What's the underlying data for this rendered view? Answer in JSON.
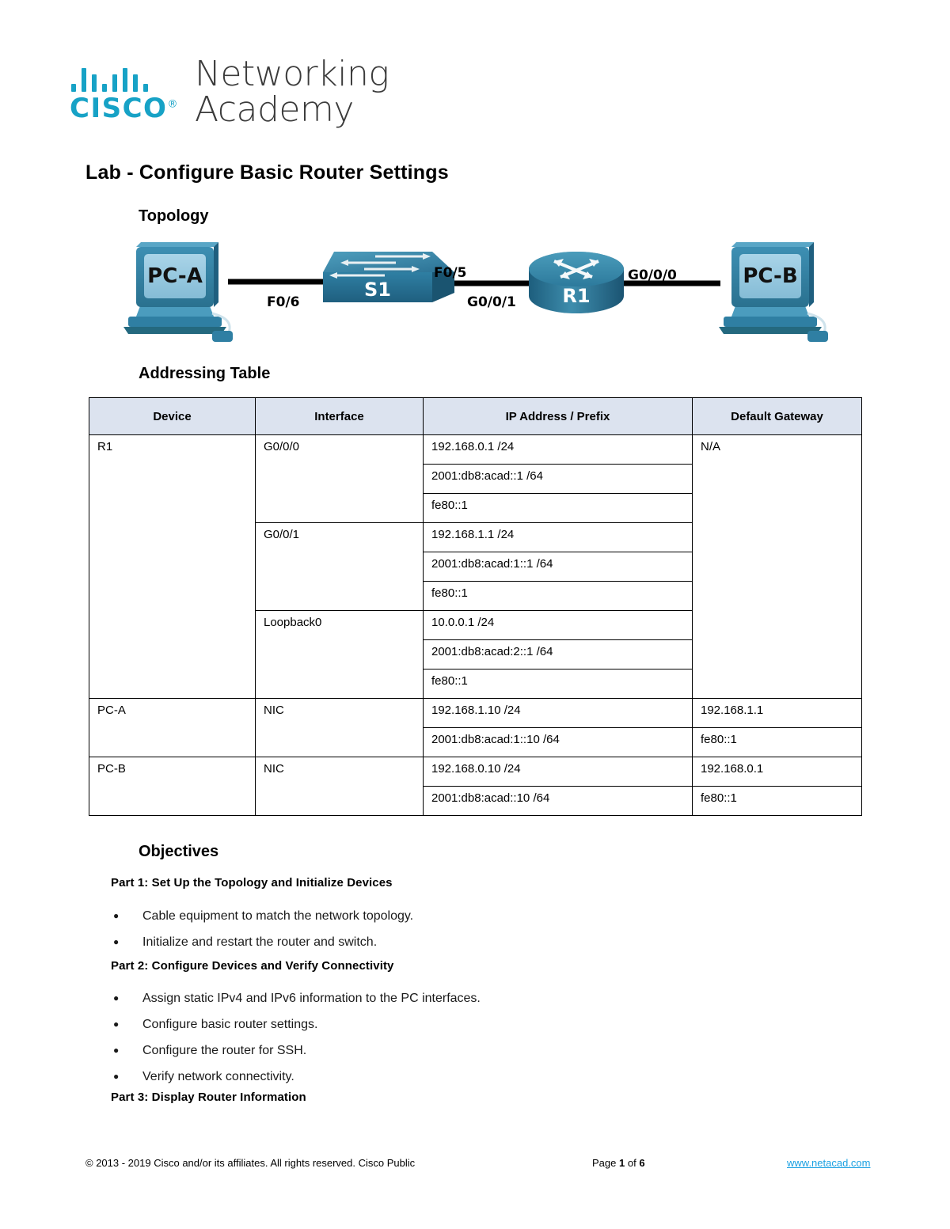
{
  "logo": {
    "brand": "CISCO",
    "brand_mark": "®",
    "line1": "Networking",
    "line2": "Academy",
    "accent_color": "#17a2c6",
    "text_color": "#3b3b3b"
  },
  "document": {
    "title": "Lab - Configure Basic Router Settings"
  },
  "sections": {
    "topology_heading": "Topology",
    "addressing_heading": "Addressing Table",
    "objectives_heading": "Objectives"
  },
  "topology": {
    "nodes": [
      {
        "id": "pc-a",
        "label": "PC-A",
        "type": "pc"
      },
      {
        "id": "s1",
        "label": "S1",
        "type": "switch"
      },
      {
        "id": "r1",
        "label": "R1",
        "type": "router"
      },
      {
        "id": "pc-b",
        "label": "PC-B",
        "type": "pc"
      }
    ],
    "interface_labels": {
      "pc_a_to_s1": "F0/6",
      "s1_to_r1": "F0/5",
      "r1_to_s1": "G0/0/1",
      "r1_to_pc_b": "G0/0/0"
    },
    "device_color": "#2d7fa6",
    "device_color_dark": "#1b5f80",
    "screen_color": "#8fc4de",
    "link_color": "#000000"
  },
  "addressing_table": {
    "columns": [
      "Device",
      "Interface",
      "IP Address / Prefix",
      "Default Gateway"
    ],
    "header_bg": "#dce3ef",
    "rows": [
      {
        "device": "R1",
        "gateway": "N/A",
        "interfaces": [
          {
            "name": "G0/0/0",
            "addresses": [
              "192.168.0.1 /24",
              "2001:db8:acad::1 /64",
              "fe80::1"
            ]
          },
          {
            "name": "G0/0/1",
            "addresses": [
              "192.168.1.1 /24",
              "2001:db8:acad:1::1 /64",
              "fe80::1"
            ]
          },
          {
            "name": "Loopback0",
            "addresses": [
              "10.0.0.1 /24",
              "2001:db8:acad:2::1 /64",
              "fe80::1"
            ]
          }
        ]
      },
      {
        "device": "PC-A",
        "interfaces": [
          {
            "name": "NIC",
            "addresses": [
              "192.168.1.10 /24",
              "2001:db8:acad:1::10 /64"
            ],
            "gateways": [
              "192.168.1.1",
              "fe80::1"
            ]
          }
        ]
      },
      {
        "device": "PC-B",
        "interfaces": [
          {
            "name": "NIC",
            "addresses": [
              "192.168.0.10 /24",
              "2001:db8:acad::10 /64"
            ],
            "gateways": [
              "192.168.0.1",
              "fe80::1"
            ]
          }
        ]
      }
    ],
    "cells": {
      "r1_device": "R1",
      "r1_gateway": "N/A",
      "r1_if1": "G0/0/0",
      "r1_if1_a1": "192.168.0.1 /24",
      "r1_if1_a2": "2001:db8:acad::1 /64",
      "r1_if1_a3": "fe80::1",
      "r1_if2": "G0/0/1",
      "r1_if2_a1": "192.168.1.1 /24",
      "r1_if2_a2": "2001:db8:acad:1::1 /64",
      "r1_if2_a3": "fe80::1",
      "r1_if3": "Loopback0",
      "r1_if3_a1": "10.0.0.1 /24",
      "r1_if3_a2": "2001:db8:acad:2::1 /64",
      "r1_if3_a3": "fe80::1",
      "pca_device": "PC-A",
      "pca_if": "NIC",
      "pca_a1": "192.168.1.10 /24",
      "pca_a2": "2001:db8:acad:1::10 /64",
      "pca_gw1": "192.168.1.1",
      "pca_gw2": "fe80::1",
      "pcb_device": "PC-B",
      "pcb_if": "NIC",
      "pcb_a1": "192.168.0.10 /24",
      "pcb_a2": "2001:db8:acad::10 /64",
      "pcb_gw1": "192.168.0.1",
      "pcb_gw2": "fe80::1"
    }
  },
  "objectives": {
    "part1": {
      "heading": "Part 1: Set Up the Topology and Initialize Devices",
      "bullets": [
        "Cable equipment to match the network topology.",
        "Initialize and restart the router and switch."
      ]
    },
    "part2": {
      "heading": "Part 2: Configure Devices and Verify Connectivity",
      "bullets": [
        "Assign static IPv4 and IPv6 information to the PC interfaces.",
        "Configure basic router settings.",
        "Configure the router for SSH.",
        "Verify network connectivity."
      ]
    },
    "part3": {
      "heading": "Part 3: Display Router Information"
    }
  },
  "footer": {
    "copyright": "© 2013 - 2019 Cisco and/or its affiliates. All rights reserved. Cisco Public",
    "page_prefix": "Page",
    "page_current": "1",
    "page_of": "of",
    "page_total": "6",
    "url": "www.netacad.com",
    "url_color": "#1ba1e2"
  }
}
